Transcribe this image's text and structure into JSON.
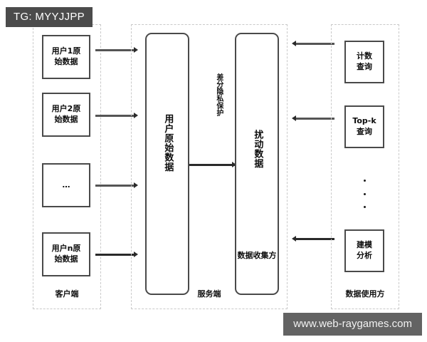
{
  "badge": {
    "text": "TG: MYYJJPP"
  },
  "watermark": {
    "text": "www.web-raygames.com"
  },
  "zones": {
    "client": {
      "label": "客户端"
    },
    "server": {
      "label": "服务端"
    },
    "consumer": {
      "label": "数据使用方"
    }
  },
  "client_nodes": [
    {
      "line1": "用户1原",
      "line2": "始数据"
    },
    {
      "line1": "用户2原",
      "line2": "始数据"
    },
    {
      "line1": "…",
      "line2": ""
    },
    {
      "line1": "用户n原",
      "line2": "始数据"
    }
  ],
  "server": {
    "raw_pillar": {
      "label": "用户原始数据"
    },
    "noise_pillar": {
      "label": "扰动数据",
      "foot_line1": "数据收集方",
      "foot_line2": ""
    },
    "middle_caption": "差分隐私保护"
  },
  "consumer_nodes": [
    {
      "line1": "计数",
      "line2": "查询"
    },
    {
      "line1": "Top-k",
      "line2": "查询"
    },
    {
      "line1": "建模",
      "line2": "分析"
    }
  ],
  "colors": {
    "badge_bg": "#4b4b4b",
    "watermark_bg": "#636363",
    "node_border": "#4a4a4a",
    "zone_border": "#c9c9c9",
    "connector": "#555555"
  }
}
